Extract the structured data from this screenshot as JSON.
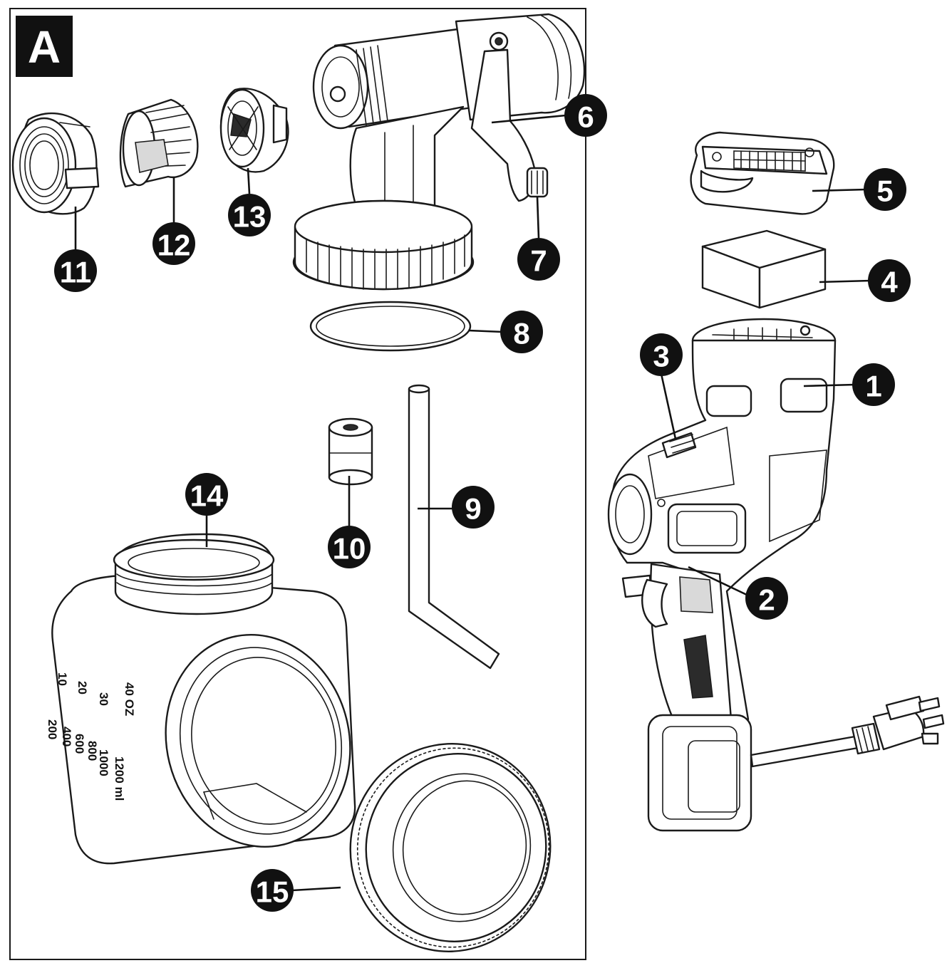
{
  "figure": {
    "label": "A"
  },
  "callouts": [
    {
      "id": "1",
      "label": "1"
    },
    {
      "id": "2",
      "label": "2"
    },
    {
      "id": "3",
      "label": "3"
    },
    {
      "id": "4",
      "label": "4"
    },
    {
      "id": "5",
      "label": "5"
    },
    {
      "id": "6",
      "label": "6"
    },
    {
      "id": "7",
      "label": "7"
    },
    {
      "id": "8",
      "label": "8"
    },
    {
      "id": "9",
      "label": "9"
    },
    {
      "id": "10",
      "label": "10"
    },
    {
      "id": "11",
      "label": "11"
    },
    {
      "id": "12",
      "label": "12"
    },
    {
      "id": "13",
      "label": "13"
    },
    {
      "id": "14",
      "label": "14"
    },
    {
      "id": "15",
      "label": "15"
    }
  ],
  "container_scale": {
    "oz": [
      "40 OZ",
      "30",
      "20",
      "10"
    ],
    "ml": [
      "1200 ml",
      "1000",
      "800",
      "600",
      "400",
      "200"
    ]
  }
}
